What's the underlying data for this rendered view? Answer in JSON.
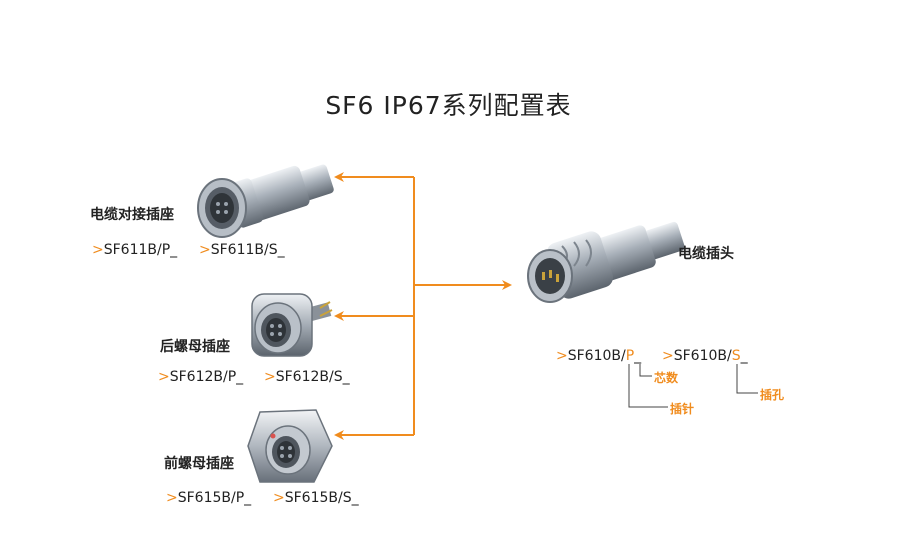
{
  "title": "SF6 IP67系列配置表",
  "colors": {
    "accent": "#f08c1e",
    "text": "#222222",
    "metal": "#9aa3ad"
  },
  "plug": {
    "label": "电缆插头",
    "code_prefix": ">",
    "code_a_main": "SF610B/",
    "code_a_accent": "P",
    "code_a_tail": "_",
    "code_b_main": "SF610B/",
    "code_b_accent": "S",
    "code_b_tail": "_",
    "note_cores": "芯数",
    "note_pin": "插针",
    "note_hole": "插孔"
  },
  "sockets": [
    {
      "label": "电缆对接插座",
      "prefix": ">",
      "code_p": "SF611B/P_",
      "code_s": "SF611B/S_"
    },
    {
      "label": "后螺母插座",
      "prefix": ">",
      "code_p": "SF612B/P_",
      "code_s": "SF612B/S_"
    },
    {
      "label": "前螺母插座",
      "prefix": ">",
      "code_p": "SF615B/P_",
      "code_s": "SF615B/S_"
    }
  ]
}
